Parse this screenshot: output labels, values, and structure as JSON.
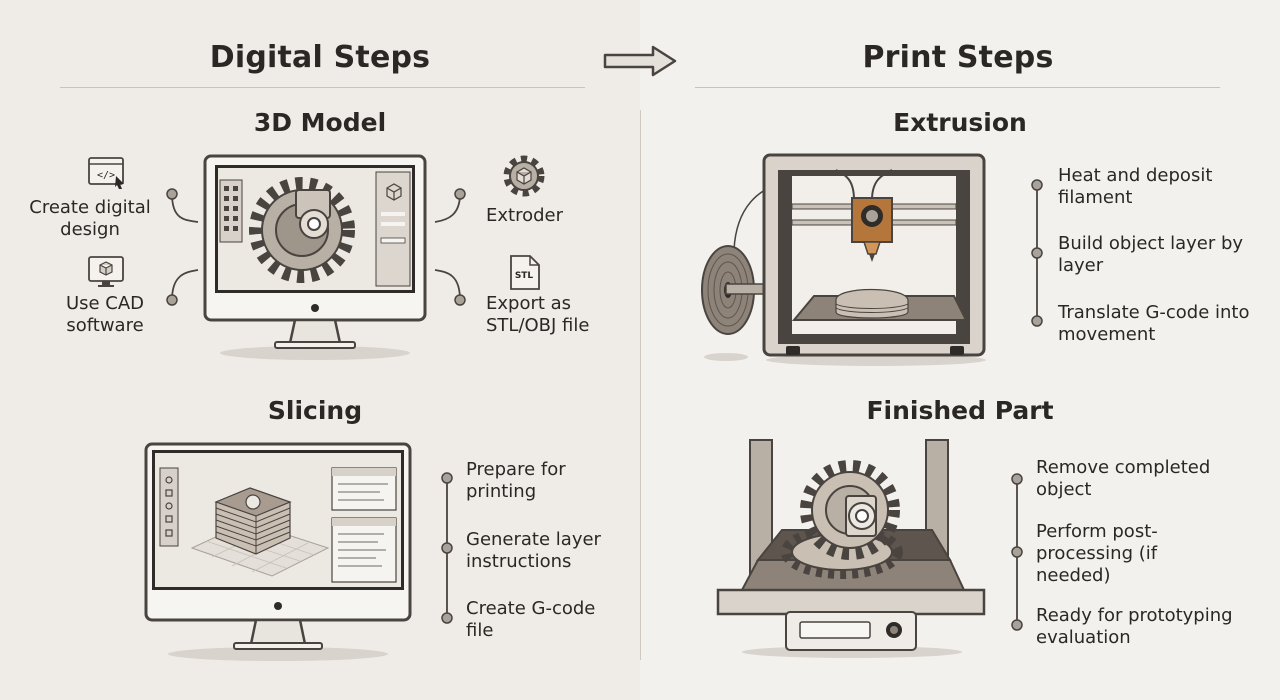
{
  "left_title": "Digital Steps",
  "right_title": "Print Steps",
  "colors": {
    "accent": "#b5763c",
    "dark": "#4a4440",
    "node": "#a9a29a",
    "bg_left": "#efece7",
    "bg_right": "#f3f1ed"
  },
  "digital": {
    "model": {
      "heading": "3D Model",
      "items": [
        "Create digital design",
        "Use CAD software",
        "Extroder",
        "Export as STL/OBJ file"
      ],
      "icons": [
        "code-window-icon",
        "cad-monitor-icon",
        "gear-icon",
        "stl-file-icon"
      ],
      "file_icon_text": "STL",
      "code_icon_text": "</>"
    },
    "slicing": {
      "heading": "Slicing",
      "items": [
        "Prepare for printing",
        "Generate layer instructions",
        "Create G-code file"
      ]
    }
  },
  "print": {
    "extrusion": {
      "heading": "Extrusion",
      "items": [
        "Heat and deposit filament",
        "Build object layer by layer",
        "Translate G-code into movement"
      ]
    },
    "finished": {
      "heading": "Finished Part",
      "items": [
        "Remove completed object",
        "Perform post-processing (if needed)",
        "Ready for prototyping evaluation"
      ]
    }
  }
}
